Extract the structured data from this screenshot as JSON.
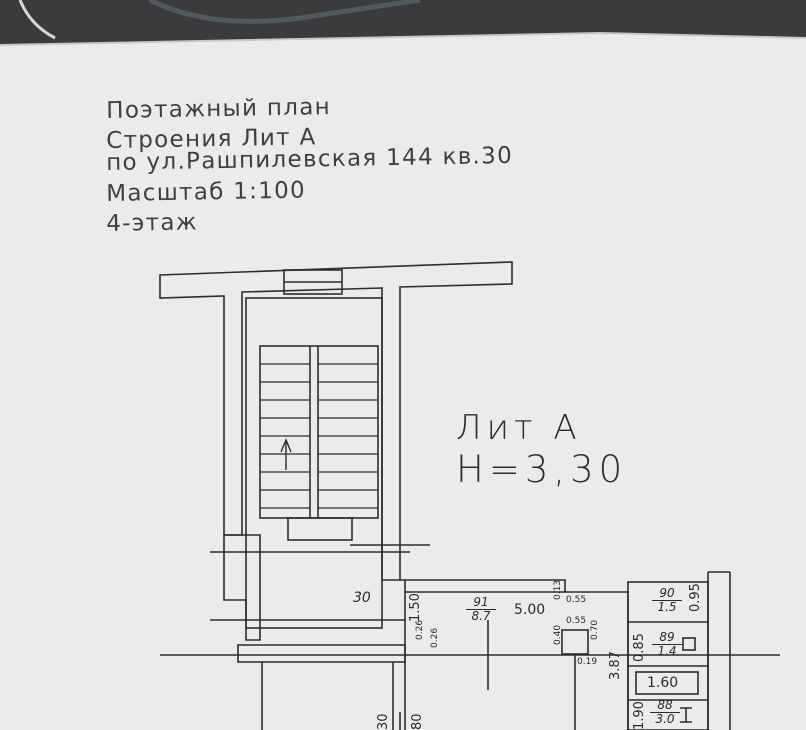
{
  "title": {
    "line1": "Поэтажный план",
    "line2": "Строения Лит А",
    "line3": "по ул.Рашпилевская 144 кв.30",
    "line4": "Масштаб 1:100",
    "line5": "4-этаж"
  },
  "building": {
    "name": "Лит А",
    "height": "Н=3,30"
  },
  "rooms": {
    "stair_number": "30",
    "r91": {
      "number": "91",
      "area": "8.7",
      "width": "5.00"
    },
    "r90": {
      "number": "90",
      "area": "1.5"
    },
    "r89": {
      "number": "89",
      "area": "1.4"
    },
    "r88": {
      "number": "88",
      "area": "3.0"
    },
    "corridor_width": "1.60"
  },
  "dims": {
    "d055a": "0.55",
    "d055b": "0.55",
    "d019": "0.19",
    "d013": "0.13",
    "d040": "0.40",
    "d070": "0.70",
    "d026a": "0.26",
    "d026b": "0.26",
    "d150": "1.50",
    "d30": "30",
    "d80": "80",
    "d387": "3.87",
    "d085": "0.85",
    "d190": "1.90",
    "d095": "0.95"
  }
}
